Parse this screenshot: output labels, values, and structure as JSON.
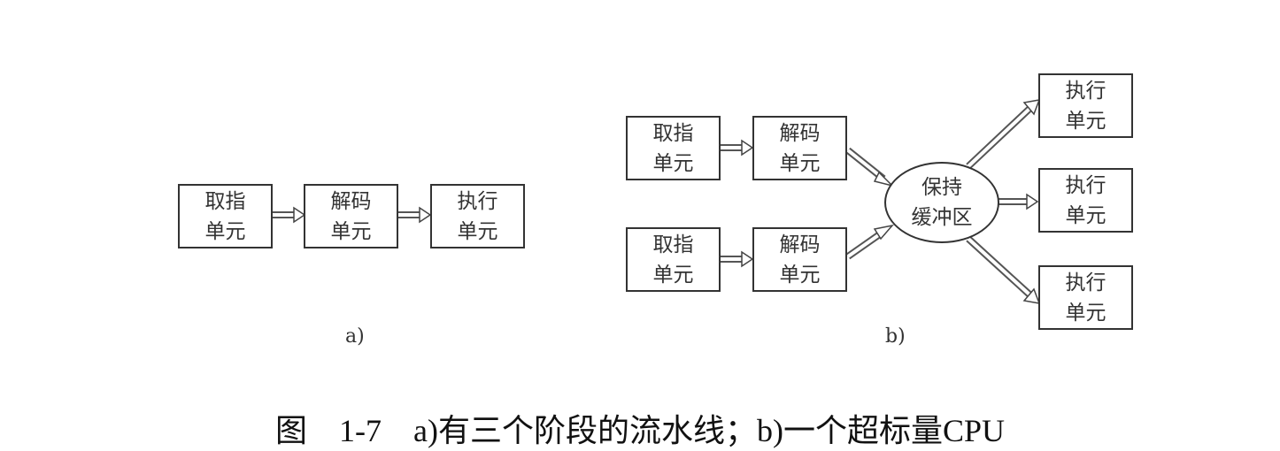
{
  "diagram_a": {
    "label": "a)",
    "fetch": {
      "line1": "取指",
      "line2": "单元"
    },
    "decode": {
      "line1": "解码",
      "line2": "单元"
    },
    "execute": {
      "line1": "执行",
      "line2": "单元"
    }
  },
  "diagram_b": {
    "label": "b)",
    "fetch1": {
      "line1": "取指",
      "line2": "单元"
    },
    "decode1": {
      "line1": "解码",
      "line2": "单元"
    },
    "fetch2": {
      "line1": "取指",
      "line2": "单元"
    },
    "decode2": {
      "line1": "解码",
      "line2": "单元"
    },
    "buffer": {
      "line1": "保持",
      "line2": "缓冲区"
    },
    "exec1": {
      "line1": "执行",
      "line2": "单元"
    },
    "exec2": {
      "line1": "执行",
      "line2": "单元"
    },
    "exec3": {
      "line1": "执行",
      "line2": "单元"
    }
  },
  "caption": "图　1-7　a)有三个阶段的流水线；b)一个超标量CPU"
}
